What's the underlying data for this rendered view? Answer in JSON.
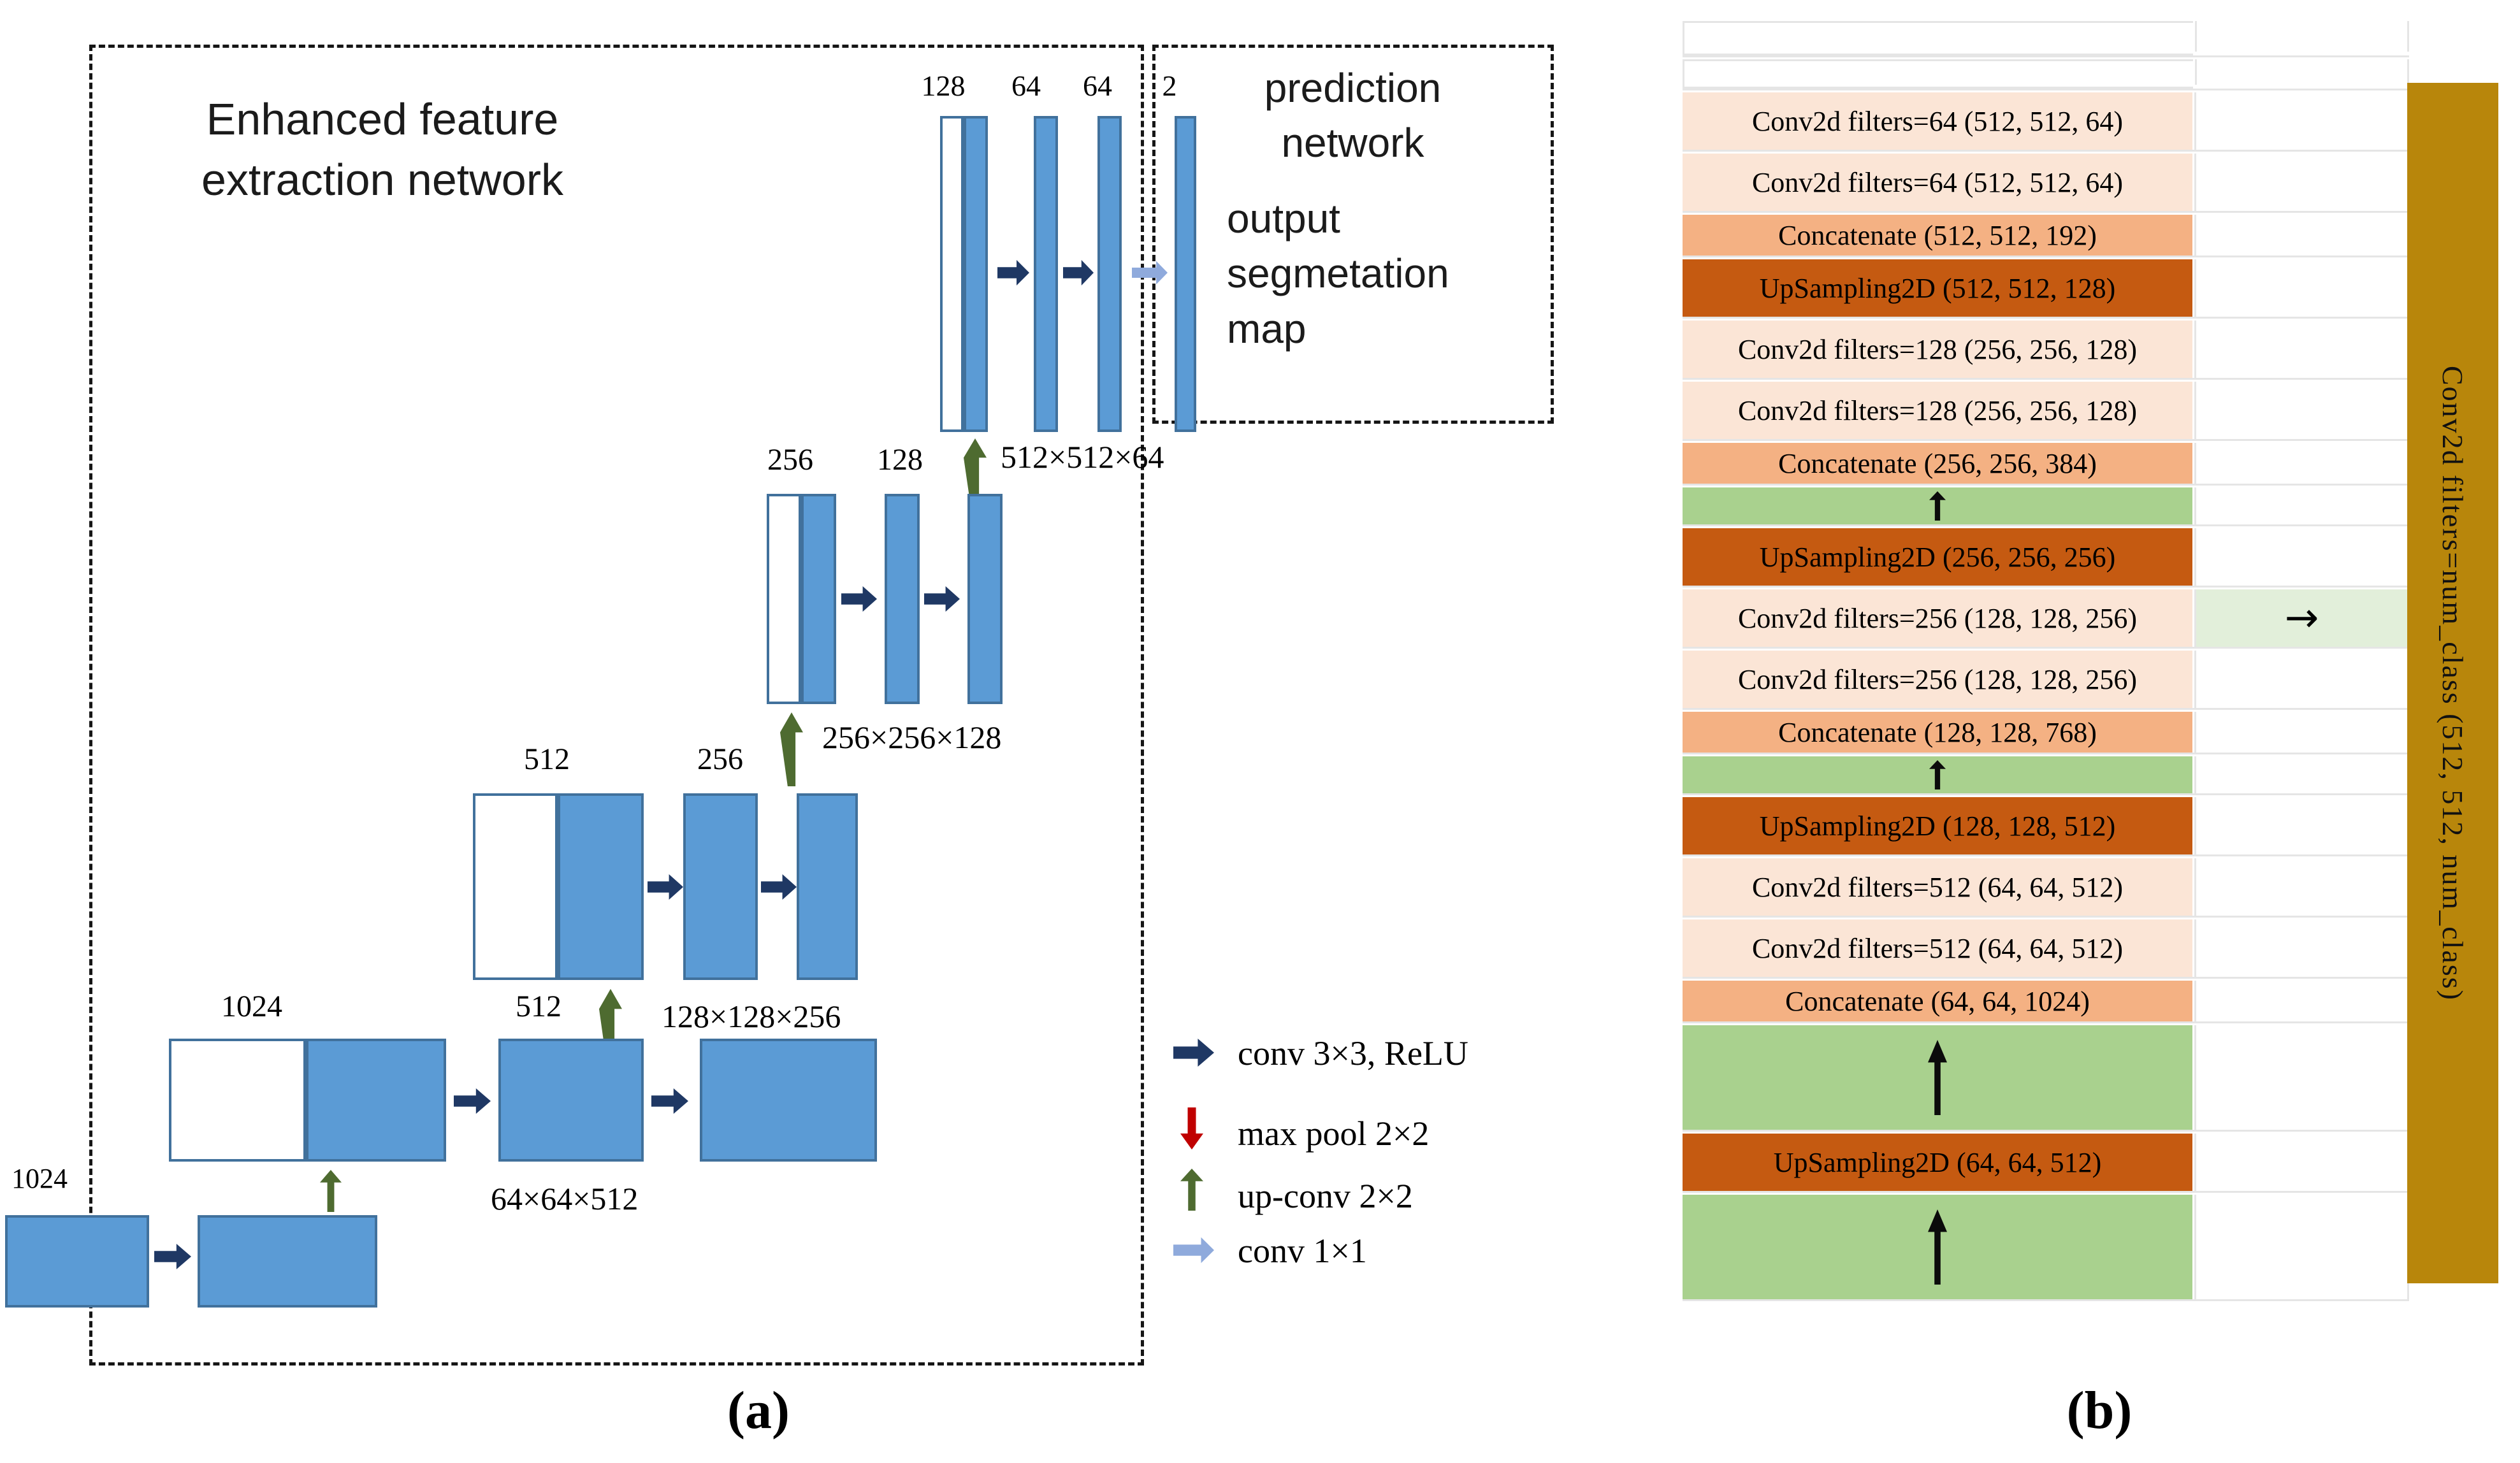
{
  "panel_a": {
    "caption": "(a)",
    "title": "Enhanced feature\nextraction network",
    "prediction_title": "prediction\nnetwork",
    "output_label": "output\nsegmetation\nmap",
    "bottom_label": "1024",
    "row1_labels": [
      "1024",
      "512"
    ],
    "row1_dim": "64×64×512",
    "row2_labels": [
      "512",
      "256"
    ],
    "row2_dim": "128×128×256",
    "row3_labels": [
      "256",
      "128"
    ],
    "row3_dim": "256×256×128",
    "row4_labels": [
      "128",
      "64",
      "64",
      "2"
    ],
    "row4_dim": "512×512×64",
    "legend": {
      "conv33": "conv 3×3,  ReLU",
      "maxpool": "max pool 2×2",
      "upconv": "up-conv 2×2",
      "conv11": "conv 1×1"
    }
  },
  "panel_b": {
    "caption": "(b)",
    "sidebar_label": "Conv2d filters=num_class (512, 512, num_class)",
    "rows": [
      {
        "type": "blank",
        "label": ""
      },
      {
        "type": "blank2",
        "label": ""
      },
      {
        "type": "conv",
        "label": "Conv2d filters=64 (512, 512, 64)"
      },
      {
        "type": "conv",
        "label": "Conv2d filters=64 (512, 512, 64)"
      },
      {
        "type": "concat",
        "label": "Concatenate (512, 512, 192)"
      },
      {
        "type": "upsample",
        "label": "UpSampling2D (512, 512, 128)"
      },
      {
        "type": "conv",
        "label": "Conv2d filters=128 (256, 256, 128)"
      },
      {
        "type": "conv",
        "label": "Conv2d filters=128 (256, 256, 128)"
      },
      {
        "type": "concat",
        "label": "Concatenate (256, 256, 384)"
      },
      {
        "type": "arrow",
        "label": ""
      },
      {
        "type": "upsample",
        "label": "UpSampling2D (256, 256, 256)"
      },
      {
        "type": "conv",
        "label": "Conv2d filters=256 (128, 128, 256)",
        "side": "arrow"
      },
      {
        "type": "conv",
        "label": "Conv2d filters=256 (128, 128, 256)"
      },
      {
        "type": "concat",
        "label": "Concatenate (128, 128, 768)"
      },
      {
        "type": "arrow",
        "label": ""
      },
      {
        "type": "upsample",
        "label": "UpSampling2D (128, 128, 512)"
      },
      {
        "type": "conv",
        "label": "Conv2d filters=512 (64, 64, 512)"
      },
      {
        "type": "conv",
        "label": "Conv2d filters=512 (64, 64, 512)"
      },
      {
        "type": "concat",
        "label": "Concatenate (64, 64, 1024)"
      },
      {
        "type": "arrow2",
        "label": ""
      },
      {
        "type": "upsample",
        "label": "UpSampling2D (64, 64, 512)"
      },
      {
        "type": "arrow2",
        "label": ""
      }
    ]
  },
  "icons": {
    "skip_arrow": "→"
  },
  "colors": {
    "blue_fill": "#5b9bd5",
    "blue_border": "#41719c",
    "dark_arrow": "#1f3864",
    "light_arrow": "#8faadc",
    "green_arrow": "#4e6b30",
    "red_arrow": "#c00000",
    "gold_bar": "#b8860b",
    "row_conv": "#fbe5d6",
    "row_concat": "#f4b183",
    "row_upsample": "#c55a11",
    "row_green": "#a9d18e",
    "cell_green_light": "#e2efda",
    "gridline": "#e5e5e5"
  }
}
